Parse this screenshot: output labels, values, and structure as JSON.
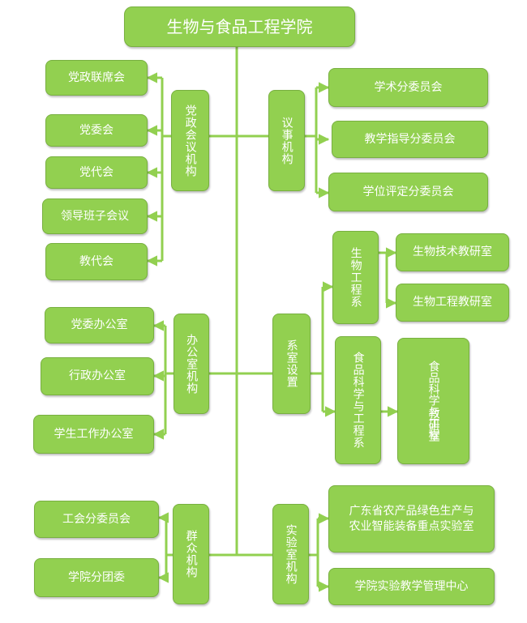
{
  "colors": {
    "box_fill": "#92D050",
    "connector": "#92D050",
    "text": "#ffffff"
  },
  "title": "生物与食品工程学院",
  "party": {
    "group": "党政会议机构",
    "items": [
      "党政联席会",
      "党委会",
      "党代会",
      "领导班子会议",
      "教代会"
    ]
  },
  "deliberative": {
    "group": "议事机构",
    "items": [
      "学术分委员会",
      "教学指导分委员会",
      "学位评定分委员会"
    ]
  },
  "office": {
    "group": "办公室机构",
    "items": [
      "党委办公室",
      "行政办公室",
      "学生工作办公室"
    ]
  },
  "departments": {
    "group": "系室设置",
    "bio": {
      "name": "生物工程系",
      "items": [
        "生物技术教研室",
        "生物工程教研室"
      ]
    },
    "food": {
      "name": "食品科学与工程系",
      "room_col1": "食品科学与工程",
      "room_col2": "教研室"
    }
  },
  "mass": {
    "group": "群众机构",
    "items": [
      "工会分委员会",
      "学院分团委"
    ]
  },
  "lab": {
    "group": "实验室机构",
    "key_lab_line1": "广东省农产品绿色生产与",
    "key_lab_line2": "农业智能装备重点实验室",
    "center": "学院实验教学管理中心"
  }
}
